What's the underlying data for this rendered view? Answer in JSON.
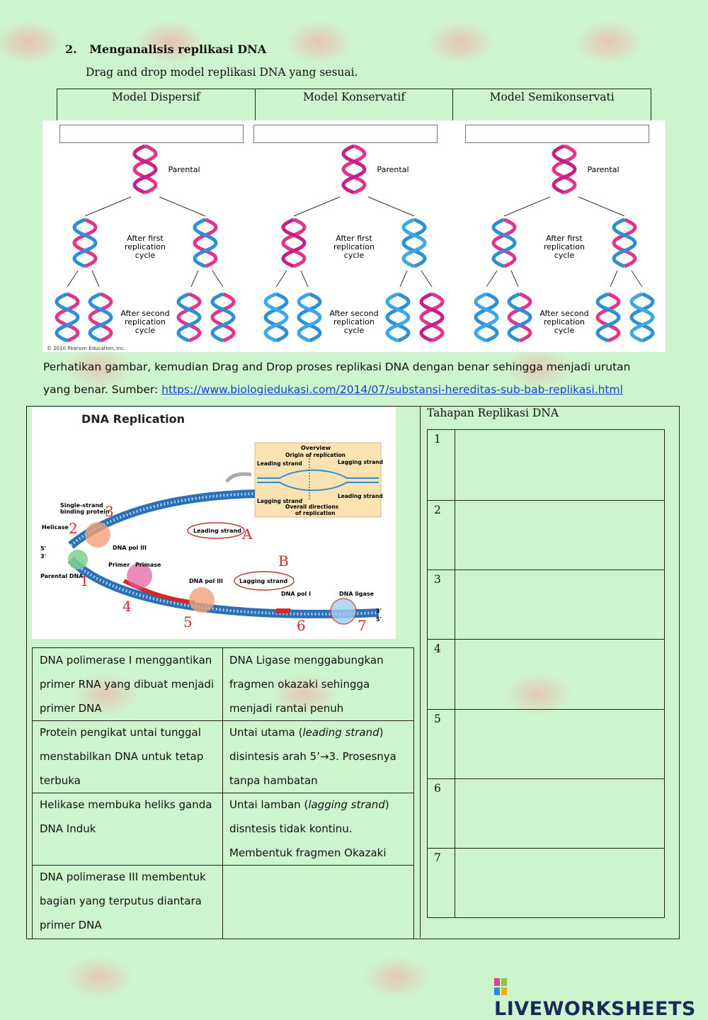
{
  "section": {
    "number": "2.",
    "title": "Menganalisis replikasi DNA",
    "instruction": "Drag and drop model replikasi DNA yang sesuai."
  },
  "models": {
    "columns": [
      "Model Dispersif",
      "Model Konservatif",
      "Model Semikonservati"
    ],
    "figure": {
      "labels": {
        "parental": "Parental",
        "first": [
          "After first",
          "replication",
          "cycle"
        ],
        "second": [
          "After second",
          "replication",
          "cycle"
        ]
      },
      "credit": "© 2010 Pearson Education, Inc."
    }
  },
  "paragraph": {
    "line1": "Perhatikan gambar, kemudian Drag and Drop proses replikasi DNA dengan benar sehingga menjadi urutan",
    "line2_prefix": "yang benar. Sumber: ",
    "link": "https://www.biologiedukasi.com/2014/07/substansi-hereditas-sub-bab-replikasi.html"
  },
  "replication_figure": {
    "title": "DNA Replication",
    "overview": {
      "title": "Overview",
      "origin": "Origin of replication",
      "leading_left": "Leading strand",
      "lagging_right": "Lagging strand",
      "lagging_left": "Lagging strand",
      "leading_right": "Leading strand",
      "directions": "Overall directions",
      "directions2": "of replication"
    },
    "labels": {
      "ssb": "Single-strand",
      "ssb2": "binding protein",
      "helicase": "Helicase",
      "dna_pol_iii": "DNA pol III",
      "primer": "Primer",
      "primase": "Primase",
      "parental_dna": "Parental DNA",
      "leading_strand": "Leading strand",
      "lagging_strand": "Lagging strand",
      "dna_pol_iii_2": "DNA pol III",
      "dna_pol_i": "DNA pol I",
      "dna_ligase": "DNA ligase",
      "five_prime": "5'",
      "three_prime": "3'"
    },
    "markers": {
      "n1": "1",
      "n2": "2",
      "n3": "3",
      "n4": "4",
      "n5": "5",
      "n6": "6",
      "n7": "7",
      "A": "A",
      "B": "B"
    }
  },
  "cards": [
    "DNA polimerase I menggantikan primer RNA yang dibuat menjadi primer DNA",
    "DNA Ligase menggabungkan fragmen okazaki sehingga menjadi rantai penuh",
    "Protein pengikat untai tunggal menstabilkan DNA untuk tetap terbuka",
    "Untai utama (leading strand) disintesis arah 5’→3. Prosesnya tanpa hambatan",
    "Helikase membuka heliks ganda DNA Induk",
    "Untai lamban (lagging strand) disntesis tidak kontinu. Membentuk fragmen Okazaki",
    "DNA polimerase III membentuk bagian yang terputus diantara primer DNA"
  ],
  "card_lines": {
    "c0": [
      "DNA polimerase I menggantikan",
      "primer RNA yang dibuat menjadi",
      "primer DNA"
    ],
    "c1": [
      "DNA Ligase menggabungkan",
      "fragmen okazaki sehingga",
      "menjadi rantai penuh"
    ],
    "c2": [
      "Protein pengikat untai tunggal",
      "menstabilkan DNA untuk tetap",
      "terbuka"
    ],
    "c3a": "Untai utama (",
    "c3b": "leading strand",
    "c3c": ")",
    "c3d": "disintesis arah 5’→3. Prosesnya",
    "c3e": "tanpa hambatan",
    "c4": [
      "Helikase membuka heliks ganda",
      "DNA Induk"
    ],
    "c5a": "Untai lamban (",
    "c5b": "lagging strand",
    "c5c": ")",
    "c5d": "disntesis tidak kontinu.",
    "c5e": "Membentuk fragmen Okazaki",
    "c6": [
      "DNA polimerase III membentuk",
      "bagian yang terputus diantara",
      "primer DNA"
    ]
  },
  "steps": {
    "title": "Tahapan Replikasi DNA",
    "numbers": [
      "1",
      "2",
      "3",
      "4",
      "5",
      "6",
      "7"
    ]
  },
  "brand": {
    "name": "LIVEWORKSHEETS",
    "colors": {
      "pink": "#e83e8c",
      "blue": "#2d8fd5",
      "navy": "#1a2a5e",
      "link": "#1a3fd0"
    }
  }
}
